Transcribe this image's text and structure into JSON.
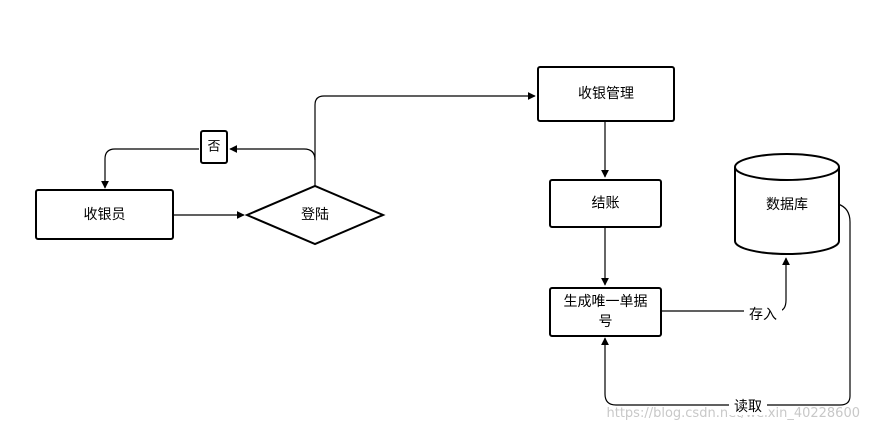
{
  "nodes": {
    "cashier": "收银员",
    "login": "登陆",
    "cash_management": "收银管理",
    "checkout": "结账",
    "generate_number_line1": "生成唯一单据",
    "generate_number_line2": "号",
    "database": "数据库",
    "no_box": "否"
  },
  "edges": {
    "store": "存入",
    "read": "读取"
  },
  "watermark": "https://blog.csdn.net/weixin_40228600"
}
